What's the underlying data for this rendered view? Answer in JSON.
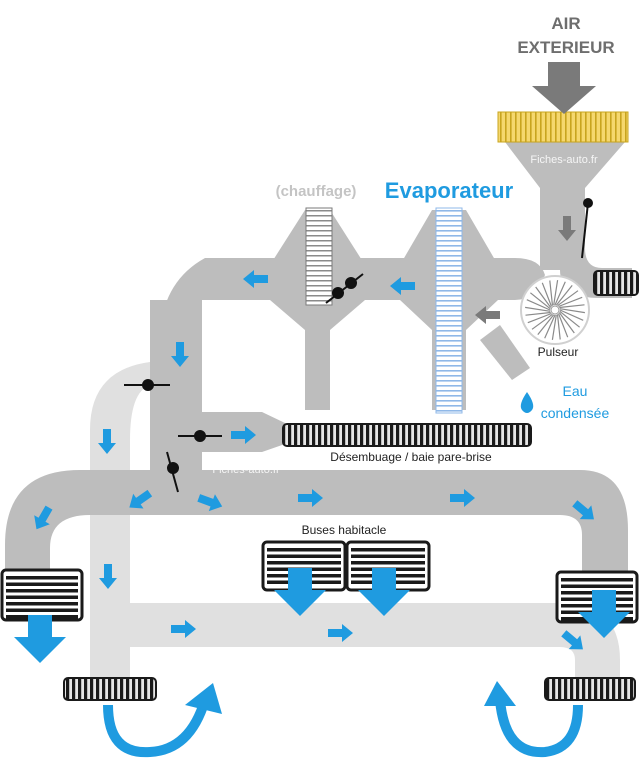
{
  "labels": {
    "air_line1": "AIR",
    "air_line2": "EXTERIEUR",
    "chauffage": "(chauffage)",
    "evaporateur": "Evaporateur",
    "pulseur": "Pulseur",
    "eau_line1": "Eau",
    "eau_line2": "condensée",
    "desembuage": "Désembuage / baie pare-brise",
    "buses": "Buses habitacle",
    "watermark": "Fiches-auto.fr"
  },
  "colors": {
    "duct_dark": "#bdbdbd",
    "duct_light": "#e0e0e0",
    "flow_arrow": "#1f9be0",
    "intake_arrow": "#7a7a7a",
    "filter": "#f5d76e",
    "filter_stripe": "#c8a41f",
    "evaporator_fins": "#8fb8e8",
    "evaporator_label": "#1f9be0",
    "chauffage_label": "#c4c4c4",
    "vent_dark": "#1a1a1a"
  }
}
